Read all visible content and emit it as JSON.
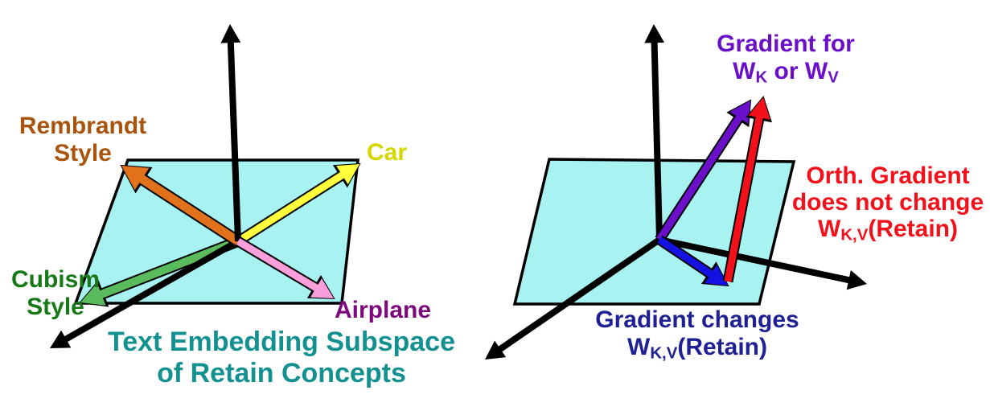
{
  "background": "#FFFFFF",
  "axis_color": "#000000",
  "plane_outline_color": "#000000",
  "left_diagram": {
    "plane_fill": "#A8F2F2",
    "arrows": {
      "rembrandt_style": "#E2711C",
      "car": "#FFFF3C",
      "cubism_style": "#5ABB5C",
      "airplane": "#FA9EDC"
    },
    "labels": {
      "rembrandt": {
        "line1": "Rembrandt",
        "line2": "Style",
        "color": "#A9540E"
      },
      "car": {
        "text": "Car",
        "color": "#D6D600"
      },
      "cubism": {
        "line1": "Cubism",
        "line2": "Style",
        "color": "#167816"
      },
      "airplane": {
        "text": "Airplane",
        "color": "#7D0A7D"
      },
      "caption": {
        "line1": "Text Embedding Subspace",
        "line2": "of Retain Concepts",
        "color": "#139191"
      }
    }
  },
  "right_diagram": {
    "plane_fill": "#A8F2F2",
    "arrows": {
      "gradient_wk_wv": "#6A10CB",
      "orth_gradient": "#F2111A",
      "gradient_changes": "#1412E2"
    },
    "labels": {
      "gradient_for": {
        "line1": "Gradient for",
        "w1": "W",
        "sub1": "K",
        "mid": " or W",
        "sub2": "V",
        "color": "#6B0FC9"
      },
      "orth_gradient": {
        "line1": "Orth. Gradient",
        "line2": "does not change",
        "w": "W",
        "sub": "K,V",
        "paren": "(Retain)",
        "color": "#F2111A"
      },
      "gradient_changes": {
        "line1": "Gradient changes",
        "w": "W",
        "sub": "K,V",
        "paren": "(Retain)",
        "color": "#1F2093"
      }
    }
  }
}
